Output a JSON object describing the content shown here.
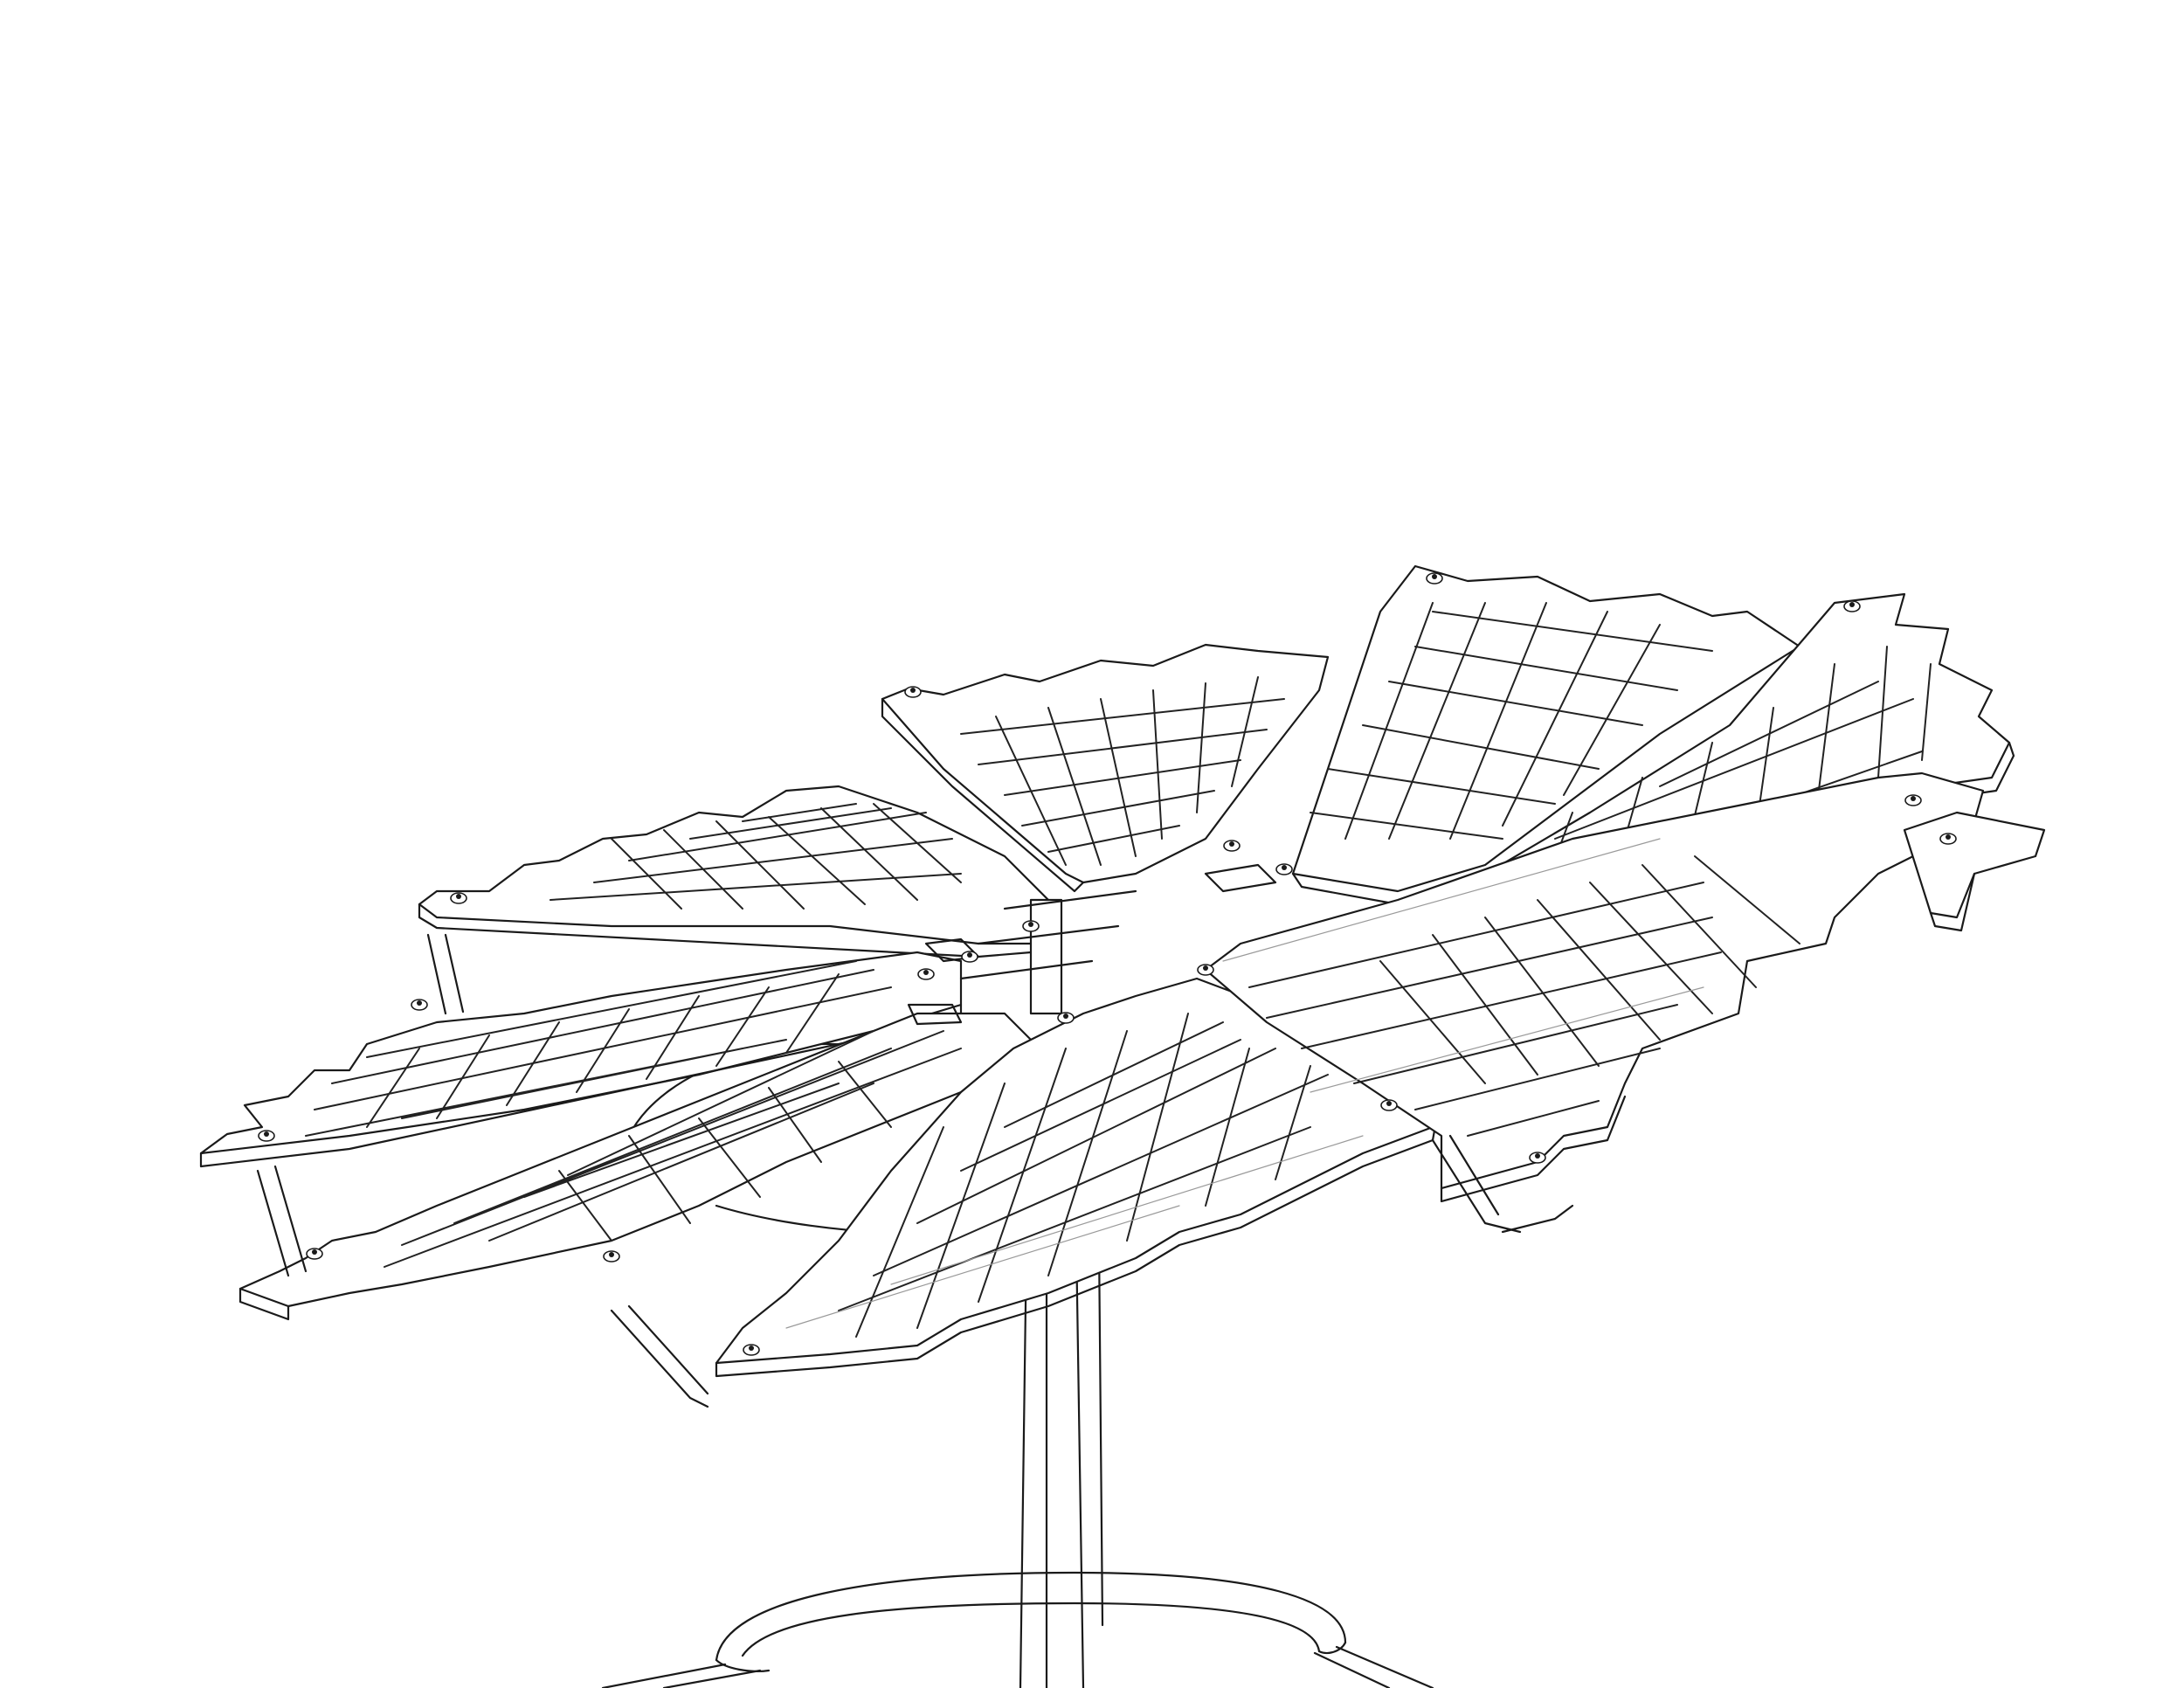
{
  "canvas": {
    "background": "#ffffff",
    "line_color": "#1a1a1a"
  },
  "drawing": {
    "subject": "line-drawing-of-petal-shaped-solar-panel-array-on-pole",
    "petal_count": 9,
    "stroke_style": "black-ink-line-art"
  }
}
